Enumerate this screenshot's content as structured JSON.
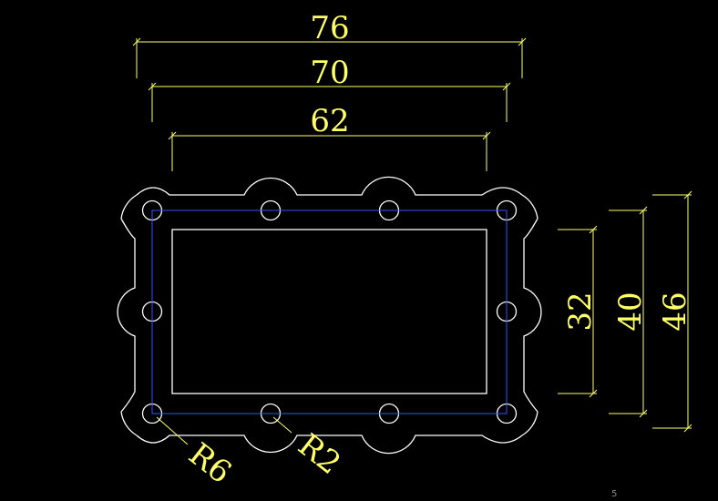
{
  "colors": {
    "background": "#000000",
    "outline": "#ffffff",
    "dimension": "#ffff66",
    "centerline": "#3355ff"
  },
  "dimensions": {
    "top_overall": "76",
    "top_centers": "70",
    "top_inner": "62",
    "right_inner": "32",
    "right_centers": "40",
    "right_overall": "46"
  },
  "radii": {
    "outer_radius": "R6",
    "hole_radius": "R2"
  },
  "page_number": "5"
}
